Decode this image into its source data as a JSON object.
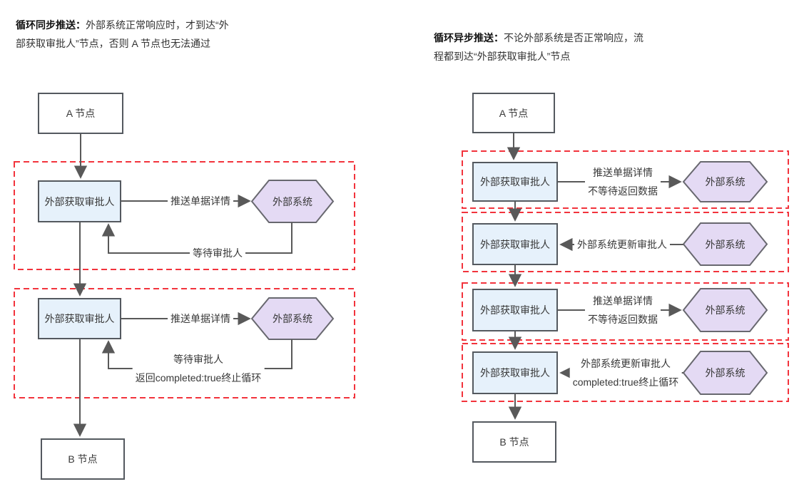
{
  "colors": {
    "group_border_red": "#f2333c",
    "connector_gray": "#595959",
    "approver_fill": "#e6f1fb",
    "approver_border": "#54595f",
    "external_fill": "#e4daf4",
    "external_border": "#68686f",
    "node_fill": "#ffffff",
    "background": "#ffffff"
  },
  "left": {
    "title_bold": "循环同步推送：",
    "title_text": "外部系统正常响应时，才到达“外部获取审批人”节点，否则 A 节点也无法通过",
    "node_a": "A 节点",
    "node_b": "B 节点",
    "groups": [
      {
        "approver": "外部获取审批人",
        "external": "外部系统",
        "forward_label": "推送单据详情",
        "return_lines": [
          "等待审批人"
        ]
      },
      {
        "approver": "外部获取审批人",
        "external": "外部系统",
        "forward_label": "推送单据详情",
        "return_lines": [
          "等待审批人",
          "返回completed:true终止循环"
        ]
      }
    ]
  },
  "right": {
    "title_bold": "循环异步推送：",
    "title_text": "不论外部系统是否正常响应，流程都到达“外部获取审批人”节点",
    "node_a": "A 节点",
    "node_b": "B 节点",
    "groups": [
      {
        "approver": "外部获取审批人",
        "external": "外部系统",
        "lines": [
          "推送单据详情",
          "不等待返回数据"
        ]
      },
      {
        "approver": "外部获取审批人",
        "external": "外部系统",
        "lines": [
          "外部系统更新审批人"
        ]
      },
      {
        "approver": "外部获取审批人",
        "external": "外部系统",
        "lines": [
          "推送单据详情",
          "不等待返回数据"
        ]
      },
      {
        "approver": "外部获取审批人",
        "external": "外部系统",
        "lines": [
          "外部系统更新审批人",
          "completed:true终止循环"
        ]
      }
    ]
  }
}
